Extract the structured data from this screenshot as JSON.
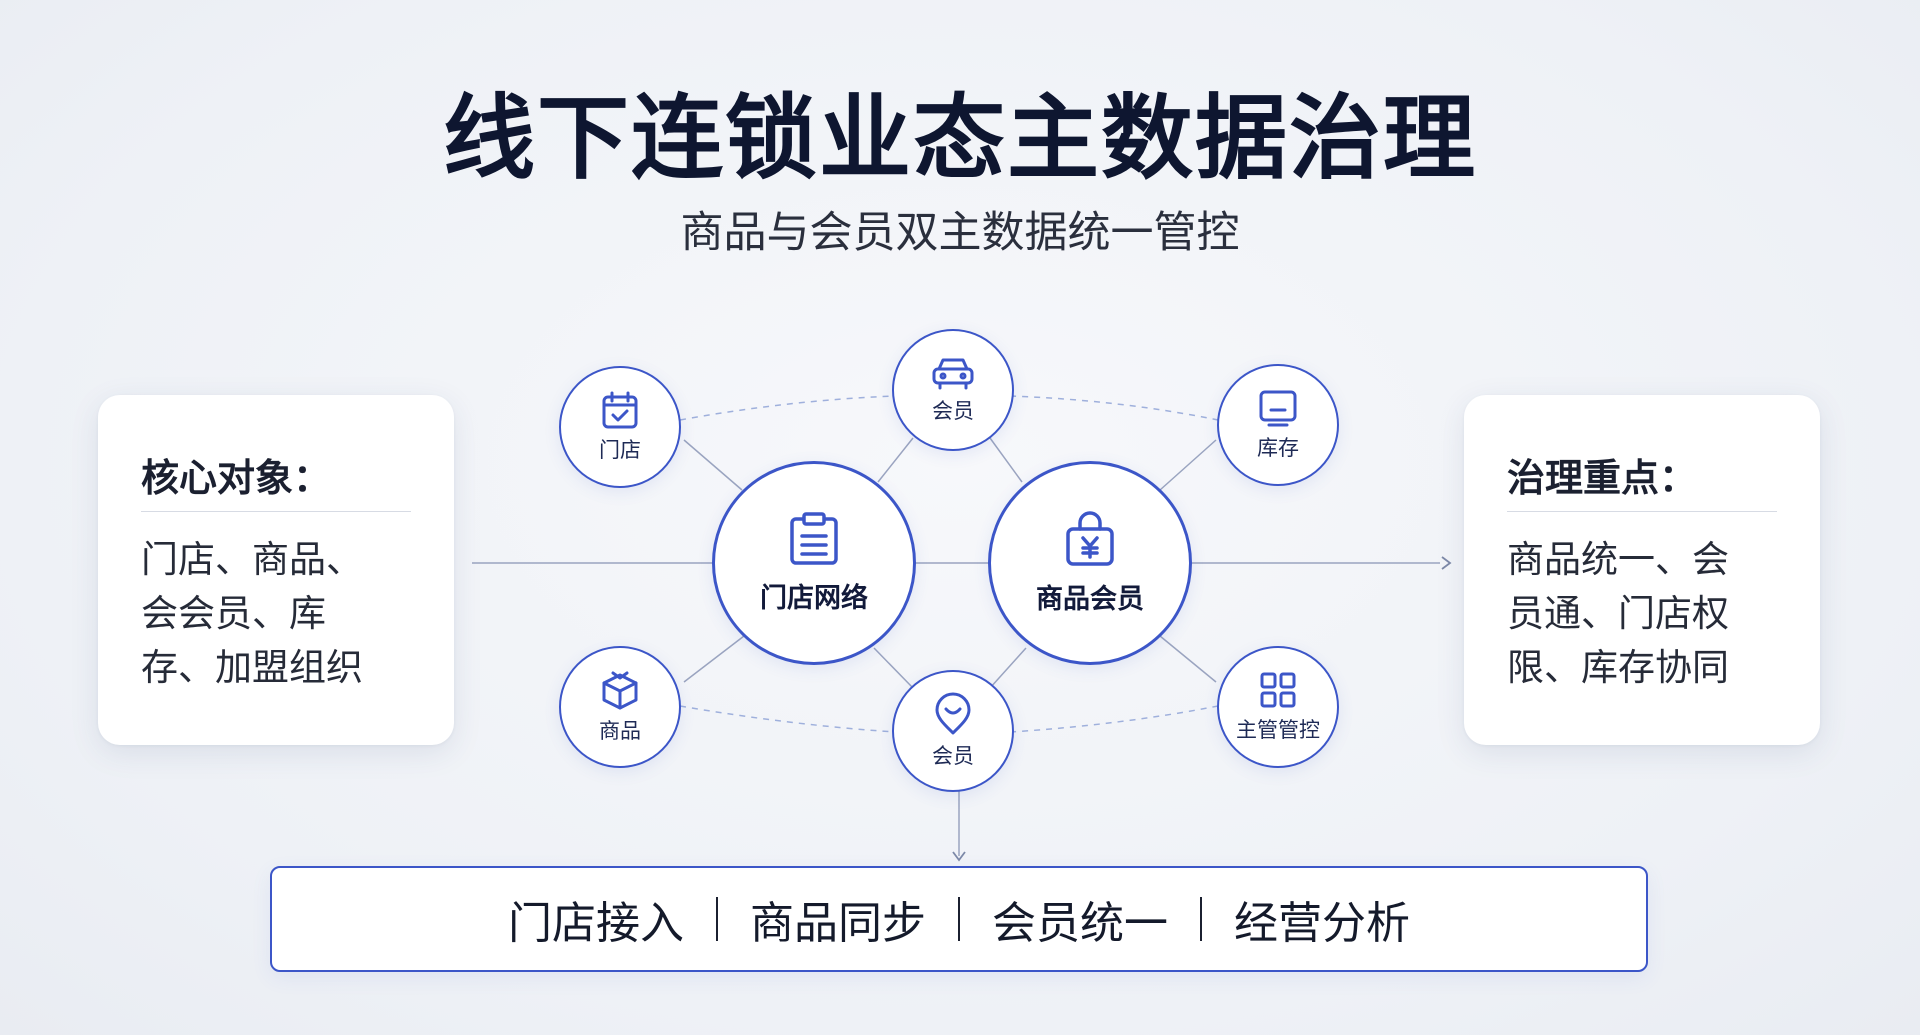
{
  "title": "线下连锁业态主数据治理",
  "subtitle": "商品与会员双主数据统一管控",
  "left_card": {
    "heading": "核心对象：",
    "body": "门店、商品、会会员、库存、加盟组织"
  },
  "right_card": {
    "heading": "治理重点：",
    "body": "商品统一、会员通、门店权限、库存协同"
  },
  "center_nodes": [
    {
      "label": "门店网络",
      "icon": "clipboard-list-icon"
    },
    {
      "label": "商品会员",
      "icon": "shopping-bag-yen-icon"
    }
  ],
  "satellite_nodes": [
    {
      "label": "门店",
      "icon": "calendar-check-icon"
    },
    {
      "label": "会员",
      "icon": "car-icon"
    },
    {
      "label": "库存",
      "icon": "monitor-icon"
    },
    {
      "label": "商品",
      "icon": "box-icon"
    },
    {
      "label": "会员",
      "icon": "location-pin-icon"
    },
    {
      "label": "主管管控",
      "icon": "grid-icon"
    }
  ],
  "process_steps": [
    "门店接入",
    "商品同步",
    "会员统一",
    "经营分析"
  ],
  "colors": {
    "accent": "#3c56c8",
    "title": "#0e1630"
  }
}
